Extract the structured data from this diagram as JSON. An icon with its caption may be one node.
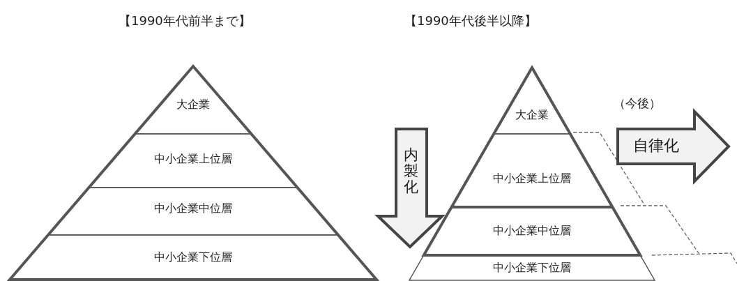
{
  "diagram": {
    "nodes": [
      {
        "text": [
          "大企業"
        ]
      },
      {
        "text": [
          "中小企業上位層"
        ]
      },
      {
        "text": [
          "中小企業中位層"
        ]
      },
      {
        "text": [
          "中小企業下位層"
        ]
      },
      {
        "text": [
          "内製化"
        ]
      },
      {
        "text": [
          "大企業"
        ]
      },
      {
        "text": [
          "中小企業上位層"
        ]
      },
      {
        "text": [
          "中小企業中位層"
        ]
      },
      {
        "text": [
          "中小企業下位層"
        ]
      },
      {
        "text": [
          "自律化"
        ],
        "beside": [
          "（今後）"
        ]
      }
    ],
    "labels": [
      "【1990年代前半まで】",
      "【1990年代後半以降】"
    ]
  }
}
